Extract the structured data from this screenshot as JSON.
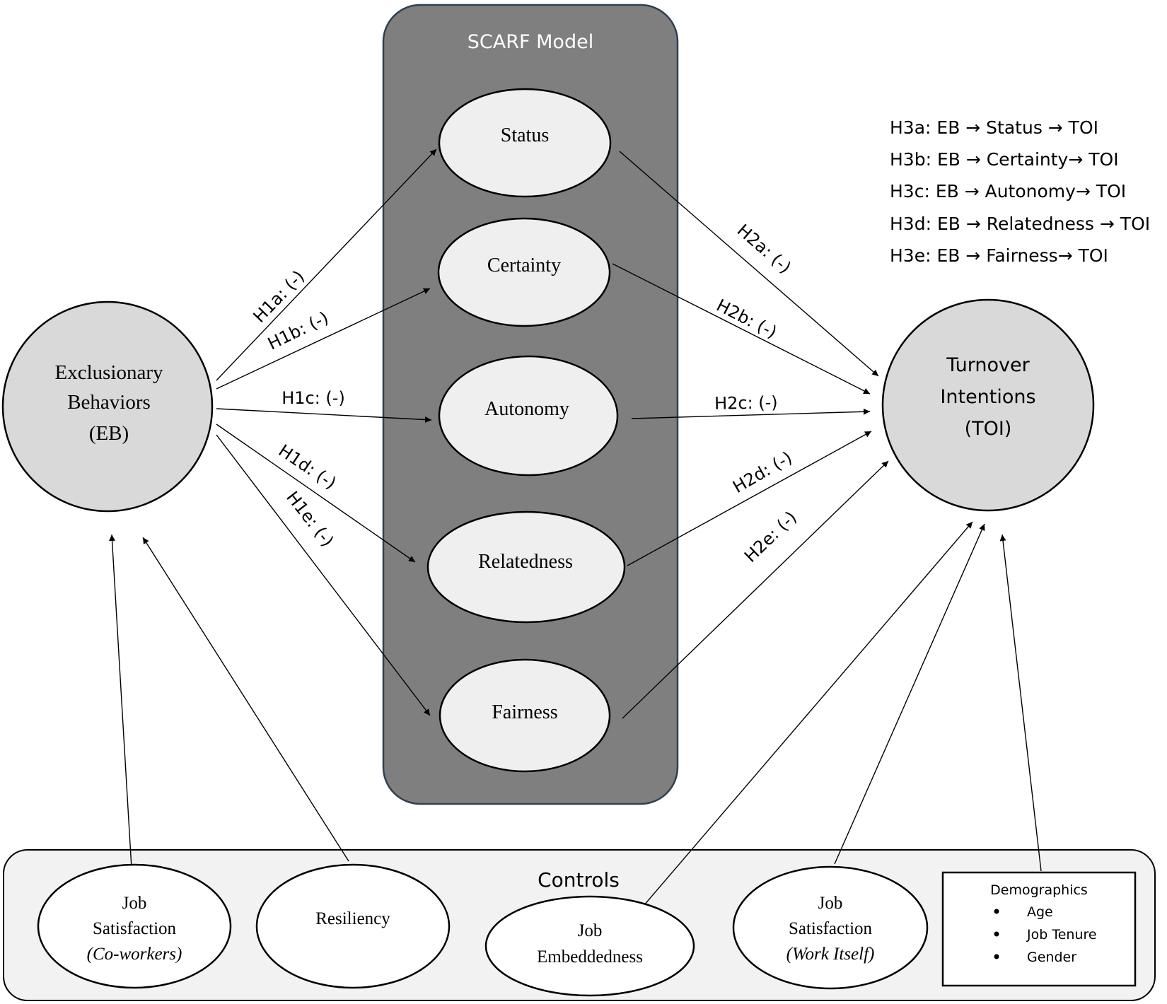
{
  "scarf_model": {
    "title": "SCARF Model",
    "nodes": [
      "Status",
      "Certainty",
      "Autonomy",
      "Relatedness",
      "Fairness"
    ]
  },
  "eb_node": {
    "line1": "Exclusionary",
    "line2": "Behaviors",
    "line3": "(EB)"
  },
  "toi_node": {
    "line1": "Turnover",
    "line2": "Intentions",
    "line3": "(TOI)"
  },
  "h1_labels": [
    "H1a: (-)",
    "H1b: (-)",
    "H1c: (-)",
    "H1d: (-)",
    "H1e: (-)"
  ],
  "h2_labels": [
    "H2a: (-)",
    "H2b: (-)",
    "H2c: (-)",
    "H2d: (-)",
    "H2e: (-)"
  ],
  "h3_hypotheses": [
    "H3a: EB → Status → TOI",
    "H3b: EB → Certainty→ TOI",
    "H3c: EB → Autonomy→ TOI",
    "H3d: EB → Relatedness → TOI",
    "H3e: EB → Fairness→ TOI"
  ],
  "controls": {
    "title": "Controls",
    "job_satisfaction_coworkers": {
      "line1": "Job",
      "line2": "Satisfaction",
      "line3": "(Co-workers)"
    },
    "resiliency": "Resiliency",
    "job_embeddedness": {
      "line1": "Job",
      "line2": "Embeddedness"
    },
    "job_satisfaction_work": {
      "line1": "Job",
      "line2": "Satisfaction",
      "line3": "(Work Itself)"
    },
    "demographics": {
      "title": "Demographics",
      "items": [
        "Age",
        "Job Tenure",
        "Gender"
      ]
    }
  },
  "colors": {
    "scarf_box": "#7f7f7f",
    "node_fill": "#efefef",
    "main_node_fill": "#d9d9d9",
    "controls_fill": "#f2f2f2",
    "stroke": "#000000"
  }
}
